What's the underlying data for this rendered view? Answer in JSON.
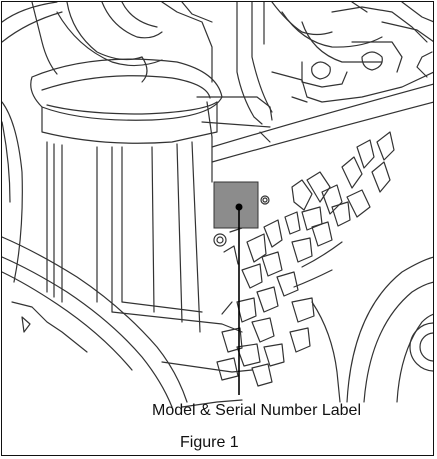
{
  "figure": {
    "callout_label": "Model & Serial Number Label",
    "caption": "Figure 1"
  },
  "colors": {
    "line_art": "#333333",
    "label_plate_fill": "#8c8c8c",
    "leader_line": "#000000",
    "frame": "#111111"
  },
  "icons": [
    "snowblower-chute-housing",
    "auger-blade-array",
    "impeller-wheel",
    "model-serial-label-plate",
    "hex-bolt"
  ]
}
